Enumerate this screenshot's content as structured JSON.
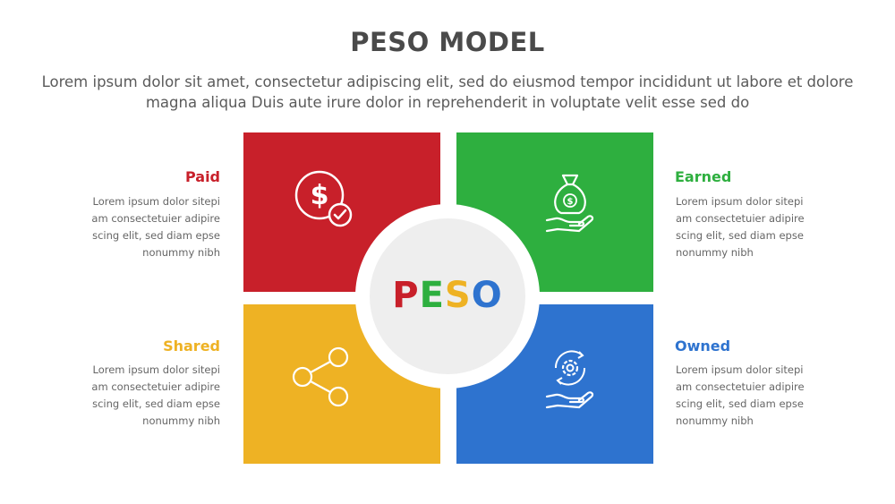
{
  "header": {
    "title": "PESO MODEL",
    "subtitle": "Lorem ipsum dolor sit amet, consectetur adipiscing elit, sed do eiusmod tempor incididunt ut labore et dolore magna aliqua Duis aute irure dolor in reprehenderit in voluptate velit esse sed do"
  },
  "center": {
    "letters": [
      "P",
      "E",
      "S",
      "O"
    ]
  },
  "items": [
    {
      "title": "Paid",
      "color": "#c8202a",
      "icon": "dollar-check-icon",
      "desc": [
        "Lorem ipsum dolor sitepi",
        "am consectetuier adipire",
        "scing elit, sed diam epse",
        "nonummy nibh"
      ]
    },
    {
      "title": "Earned",
      "color": "#2eaf3f",
      "icon": "money-bag-hand-icon",
      "desc": [
        "Lorem ipsum dolor sitepi",
        "am consectetuier adipire",
        "scing elit, sed diam epse",
        "nonummy nibh"
      ]
    },
    {
      "title": "Shared",
      "color": "#eeb224",
      "icon": "share-icon",
      "desc": [
        "Lorem ipsum dolor sitepi",
        "am consectetuier adipire",
        "scing elit, sed diam epse",
        "nonummy nibh"
      ]
    },
    {
      "title": "Owned",
      "color": "#2e73cf",
      "icon": "gear-hand-icon",
      "desc": [
        "Lorem ipsum dolor sitepi",
        "am consectetuier adipire",
        "scing elit, sed diam epse",
        "nonummy nibh"
      ]
    }
  ]
}
